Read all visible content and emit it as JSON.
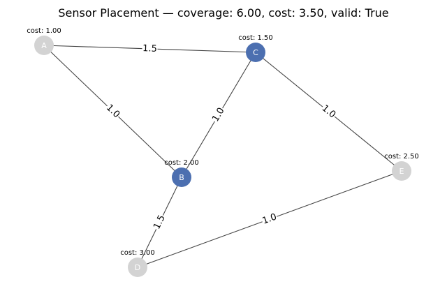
{
  "title": "Sensor Placement — coverage: 6.00, cost: 3.50, valid: True",
  "colors": {
    "selected": "#4c6fb0",
    "unselected": "#d3d3d3",
    "edge": "#444444"
  },
  "nodes": [
    {
      "id": "A",
      "cost_label": "cost: 1.00",
      "selected": false
    },
    {
      "id": "B",
      "cost_label": "cost: 2.00",
      "selected": true
    },
    {
      "id": "C",
      "cost_label": "cost: 1.50",
      "selected": true
    },
    {
      "id": "D",
      "cost_label": "cost: 3.00",
      "selected": false
    },
    {
      "id": "E",
      "cost_label": "cost: 2.50",
      "selected": false
    }
  ],
  "edges": [
    {
      "source": "A",
      "target": "C",
      "label": "1.5"
    },
    {
      "source": "A",
      "target": "B",
      "label": "1.0"
    },
    {
      "source": "B",
      "target": "C",
      "label": "1.0"
    },
    {
      "source": "C",
      "target": "E",
      "label": "1.0"
    },
    {
      "source": "B",
      "target": "D",
      "label": "1.5"
    },
    {
      "source": "D",
      "target": "E",
      "label": "1.0"
    }
  ]
}
